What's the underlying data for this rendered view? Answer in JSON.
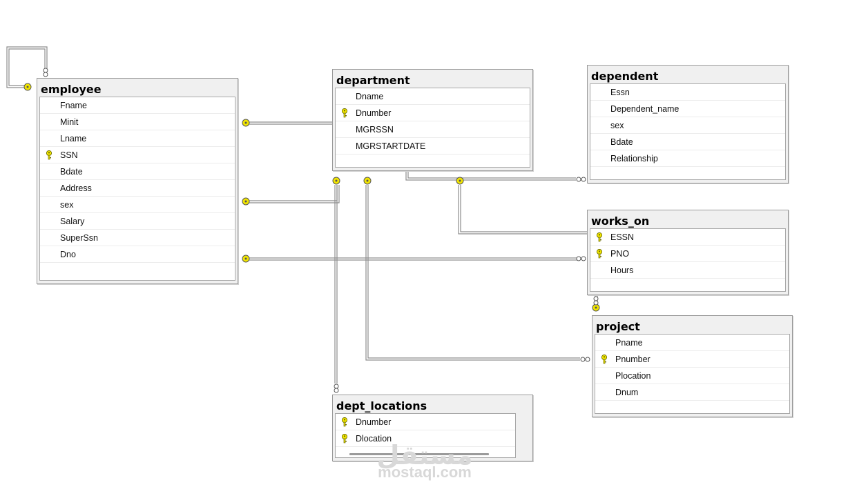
{
  "tables": {
    "employee": {
      "title": "employee",
      "columns": [
        {
          "name": "Fname",
          "pk": false
        },
        {
          "name": "Minit",
          "pk": false
        },
        {
          "name": "Lname",
          "pk": false
        },
        {
          "name": "SSN",
          "pk": true
        },
        {
          "name": "Bdate",
          "pk": false
        },
        {
          "name": "Address",
          "pk": false
        },
        {
          "name": "sex",
          "pk": false
        },
        {
          "name": "Salary",
          "pk": false
        },
        {
          "name": "SuperSsn",
          "pk": false
        },
        {
          "name": "Dno",
          "pk": false
        }
      ]
    },
    "department": {
      "title": "department",
      "columns": [
        {
          "name": "Dname",
          "pk": false
        },
        {
          "name": "Dnumber",
          "pk": true
        },
        {
          "name": "MGRSSN",
          "pk": false
        },
        {
          "name": "MGRSTARTDATE",
          "pk": false
        }
      ]
    },
    "dependent": {
      "title": "dependent",
      "columns": [
        {
          "name": "Essn",
          "pk": false
        },
        {
          "name": "Dependent_name",
          "pk": false
        },
        {
          "name": "sex",
          "pk": false
        },
        {
          "name": "Bdate",
          "pk": false
        },
        {
          "name": "Relationship",
          "pk": false
        }
      ]
    },
    "works_on": {
      "title": "works_on",
      "columns": [
        {
          "name": "ESSN",
          "pk": true
        },
        {
          "name": "PNO",
          "pk": true
        },
        {
          "name": "Hours",
          "pk": false
        }
      ]
    },
    "project": {
      "title": "project",
      "columns": [
        {
          "name": "Pname",
          "pk": false
        },
        {
          "name": "Pnumber",
          "pk": true
        },
        {
          "name": "Plocation",
          "pk": false
        },
        {
          "name": "Dnum",
          "pk": false
        }
      ]
    },
    "dept_locations": {
      "title": "dept_locations",
      "columns": [
        {
          "name": "Dnumber",
          "pk": true
        },
        {
          "name": "Dlocation",
          "pk": true
        }
      ]
    }
  },
  "watermark": {
    "arabic": "مستقل",
    "latin": "mostaql.com"
  },
  "colors": {
    "key": "#f2e600",
    "line": "#8c8c8c",
    "title_bg": "#f0f0f0"
  }
}
